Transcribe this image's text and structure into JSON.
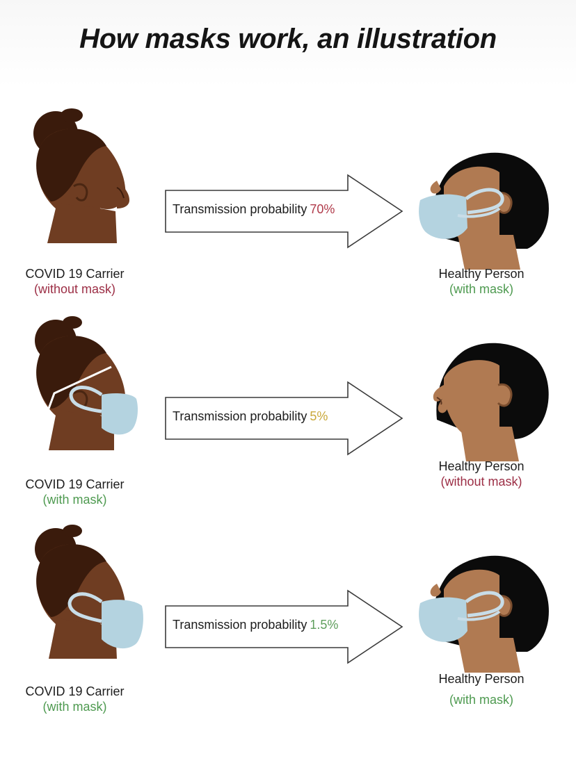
{
  "title": "How masks work, an illustration",
  "colors": {
    "carrier_skin": "#6f3d22",
    "carrier_hair": "#3a1b0c",
    "healthy_skin": "#b07a52",
    "healthy_hair": "#0b0b0b",
    "mask": "#b4d3e0",
    "red_label": "#9c2e45",
    "green_label": "#4e9a50",
    "yellow_pct": "#c9a83a"
  },
  "rows": [
    {
      "arrow": {
        "text": "Transmission probability",
        "percent": "70%"
      },
      "carrier": {
        "role": "COVID 19 Carrier",
        "mask_state": "(without mask)"
      },
      "healthy": {
        "role": "Healthy Person",
        "mask_state": "(with mask)"
      }
    },
    {
      "arrow": {
        "text": "Transmission probability",
        "percent": "5%"
      },
      "carrier": {
        "role": "COVID 19 Carrier",
        "mask_state": "(with mask)"
      },
      "healthy": {
        "role": "Healthy Person",
        "mask_state": "(without mask)"
      }
    },
    {
      "arrow": {
        "text": "Transmission probability",
        "percent": "1.5%"
      },
      "carrier": {
        "role": "COVID 19 Carrier",
        "mask_state": "(with mask)"
      },
      "healthy": {
        "role": "Healthy Person",
        "mask_state": "(with mask)"
      }
    }
  ]
}
